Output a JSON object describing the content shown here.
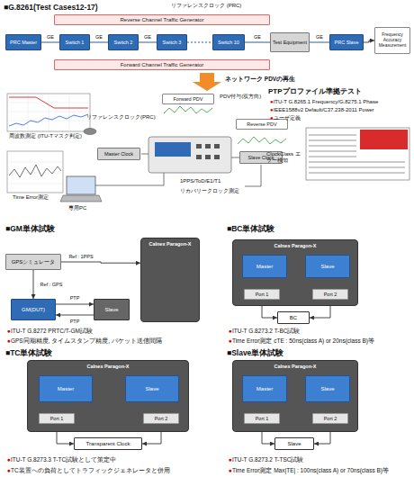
{
  "diagram": {
    "title": "■G.8261(Test Cases12-17)",
    "nodes": [
      {
        "text": [
          "PRC Master"
        ]
      },
      {
        "text": [
          "Switch 1"
        ]
      },
      {
        "text": [
          "Switch 2"
        ]
      },
      {
        "text": [
          "Switch 3"
        ]
      },
      {
        "text": [
          "Switch 10"
        ]
      },
      {
        "text": [
          "Test Equipment"
        ]
      },
      {
        "text": [
          "PRC Slave"
        ]
      },
      {
        "text": [
          "Reverse Channel Traffic Generator"
        ]
      },
      {
        "text": [
          "Forward Channel Traffic Generator"
        ]
      },
      {
        "text": [
          "Frequency Accuracy Measurement"
        ]
      },
      {
        "text": [
          "Forward PDV"
        ]
      },
      {
        "text": [
          "Reverse PDV"
        ]
      },
      {
        "text": [
          "Master Clock"
        ]
      },
      {
        "text": [
          "Slave Clock"
        ]
      },
      {
        "text": [
          "GPSシミュレータ"
        ]
      },
      {
        "text": [
          "GM(DUT)"
        ]
      },
      {
        "text": [
          "Slave"
        ]
      },
      {
        "text": [
          "Calnex Paragon-X"
        ]
      },
      {
        "text": [
          "Calnex Paragon-X"
        ]
      },
      {
        "text": [
          "Master"
        ],
        "in": 18
      },
      {
        "text": [
          "Slave"
        ],
        "in": 18
      },
      {
        "text": [
          "Port 1"
        ],
        "in": 18
      },
      {
        "text": [
          "Port 2"
        ],
        "in": 18
      },
      {
        "text": [
          "BC"
        ]
      },
      {
        "text": [
          "Calnex Paragon-X"
        ]
      },
      {
        "text": [
          "Master"
        ],
        "in": 24
      },
      {
        "text": [
          "Slave"
        ],
        "in": 24
      },
      {
        "text": [
          "Port 1"
        ],
        "in": 24
      },
      {
        "text": [
          "Port 2"
        ],
        "in": 24
      },
      {
        "text": [
          "Transparent Clock"
        ]
      },
      {
        "text": [
          "Calnex Paragon-X"
        ]
      },
      {
        "text": [
          "Master"
        ],
        "in": 30
      },
      {
        "text": [
          "Slave"
        ],
        "in": 30
      },
      {
        "text": [
          "Port 1"
        ],
        "in": 30
      },
      {
        "text": [
          "Port 2"
        ],
        "in": 30
      },
      {
        "text": [
          "Slave"
        ]
      }
    ],
    "edges": [
      {
        "from": 0,
        "to": 1,
        "label": "GE",
        "arrow": "none"
      },
      {
        "from": 1,
        "to": 2,
        "label": "GE",
        "arrow": "none"
      },
      {
        "from": 2,
        "to": 3,
        "label": "GE",
        "arrow": "none"
      },
      {
        "from": 3,
        "to": 4,
        "arrow": "none"
      },
      {
        "from": 4,
        "to": 5,
        "label": "GE",
        "arrow": "none"
      },
      {
        "from": 5,
        "to": 6,
        "label": "GE",
        "arrow": "none"
      },
      {
        "from": 6,
        "to": 9,
        "arrow": "to"
      },
      {
        "from": 14,
        "to": 15,
        "label": "Ref : GPS",
        "arrow": "to"
      },
      {
        "from": 14,
        "to": 17,
        "label": "Ref : 1PPS",
        "arrow": "to"
      },
      {
        "from": 15,
        "to": 16,
        "label": "PTP",
        "arrow": "to"
      },
      {
        "from": 16,
        "to": 15,
        "label": "PTP",
        "arrow": "to"
      },
      {
        "from": 19,
        "to": 21,
        "arrow": "none"
      },
      {
        "from": 20,
        "to": 22,
        "arrow": "none"
      },
      {
        "from": 21,
        "to": 23,
        "arrow": "both"
      },
      {
        "from": 23,
        "to": 22,
        "arrow": "both"
      },
      {
        "from": 25,
        "to": 27,
        "arrow": "none"
      },
      {
        "from": 26,
        "to": 28,
        "arrow": "none"
      },
      {
        "from": 27,
        "to": 29,
        "arrow": "both"
      },
      {
        "from": 29,
        "to": 28,
        "arrow": "both"
      },
      {
        "from": 31,
        "to": 33,
        "arrow": "none"
      },
      {
        "from": 32,
        "to": 34,
        "arrow": "none"
      },
      {
        "from": 33,
        "to": 35,
        "arrow": "both"
      },
      {
        "from": 35,
        "to": 34,
        "arrow": "both"
      }
    ],
    "labels": [
      "リファレンスクロック (PRC)",
      "ネットワーク PDVの再生",
      "周波数測定 (ITU-Tマスク判定)",
      "Time Error測定",
      "専用PC",
      "リファレンスクロック(PRC)",
      "PDV付与(双方向)",
      "1PPS/ToD/E1/T1",
      "リカバリークロック測定",
      "PTPプロファイル準拠テスト",
      "●ITU-T G.8265.1 Frequency/G.8275.1 Phase",
      "●IEEE1588v2 Default/C37.238-2011 Power",
      "●ユーザ定義",
      "ClockClass エラー検知",
      "■GM単体試験",
      "■BC単体試験",
      "●ITU-T G.8272 PRTC/T-GM試験",
      "●GPS同期精度, タイムスタンプ精度, パケット送信間隔",
      "●ITU-T G.8273.2 T-BC試験",
      "●Time Error測定 cTE : 50ns(class A) or 20ns(class B)等",
      "■TC単体試験",
      "■Slave単体試験",
      "●ITU-T G.8273.3 T-TC試験として策定中",
      "●TC装置への負荷としてトラフィックジェネレータと併用",
      "●ITU-T G.8273.2 T-TSC試験",
      "●Time Error測定 Max|TE| : 100ns(class A) or 70ns(class B)等"
    ]
  }
}
